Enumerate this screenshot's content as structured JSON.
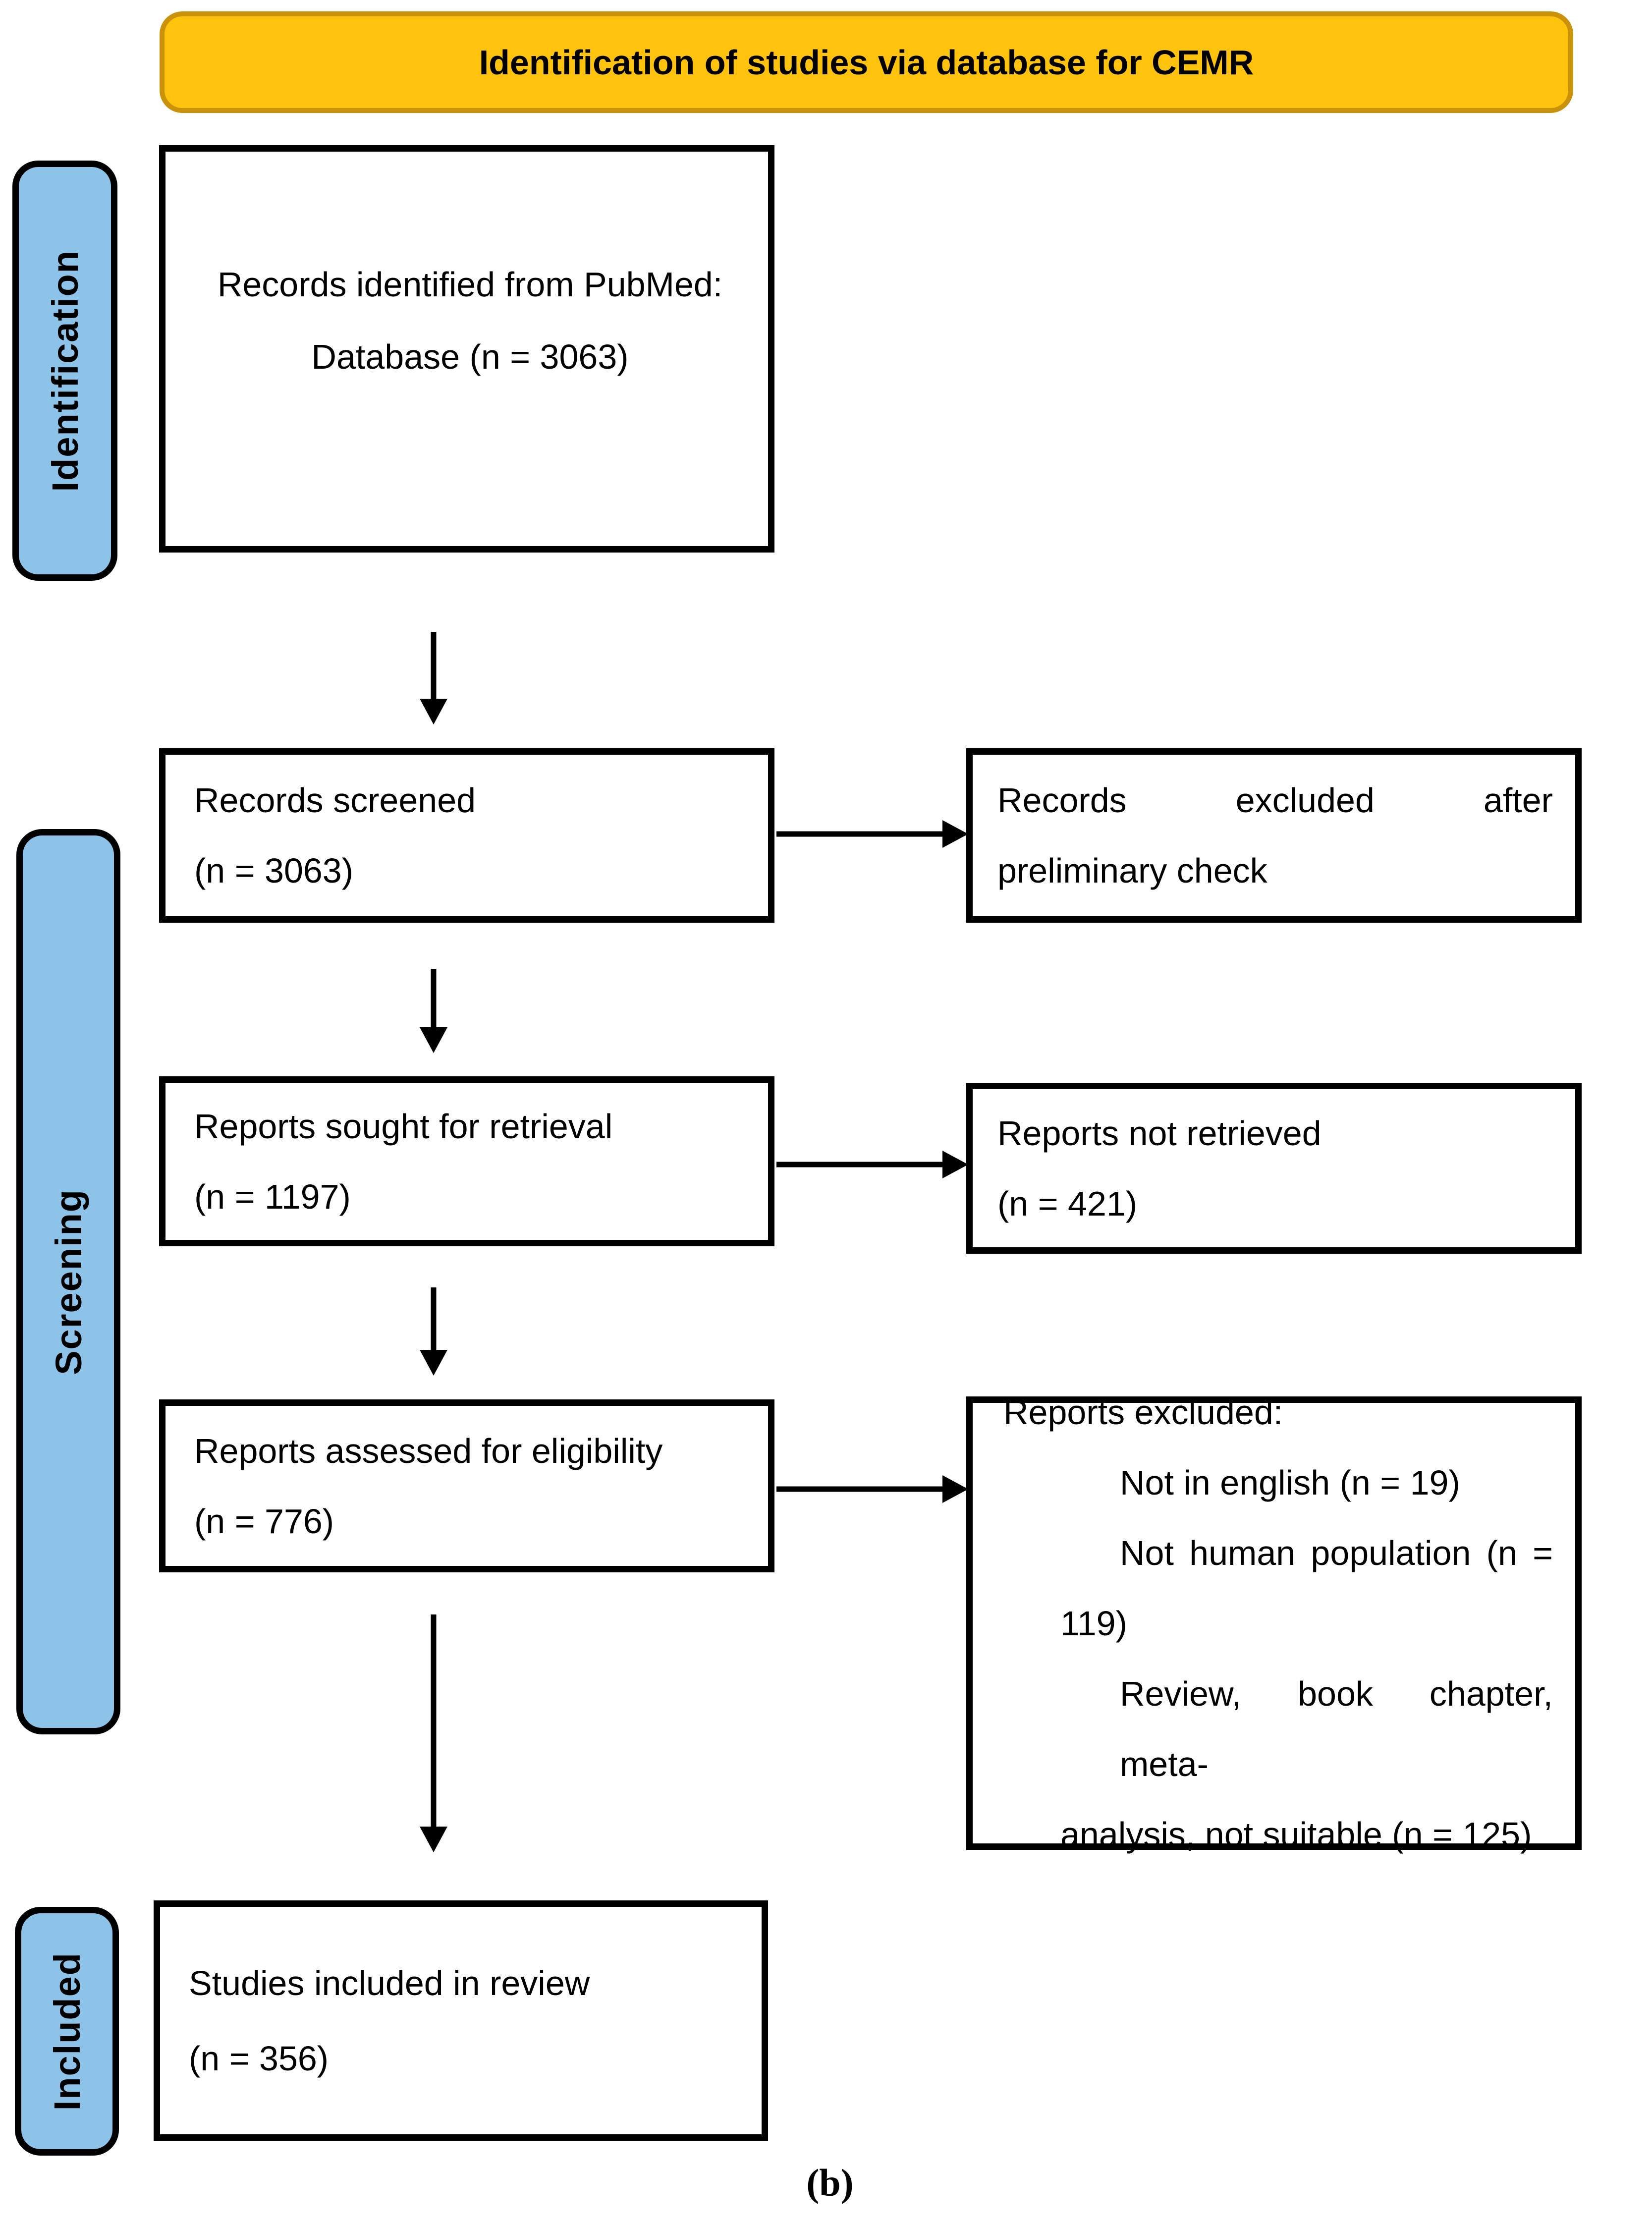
{
  "title": {
    "label": "Identification of studies via database for CEMR"
  },
  "sidebar": {
    "identification": "Identification",
    "screening": "Screening",
    "included": "Included"
  },
  "boxes": {
    "identified": {
      "line1": "Records identified from PubMed:",
      "line2": "Database (n = 3063)"
    },
    "screened": {
      "line1": "Records screened",
      "line2": "(n = 3063)"
    },
    "excluded_preliminary": {
      "line1": "Records excluded after",
      "line2": "preliminary check"
    },
    "sought": {
      "line1": "Reports sought for retrieval",
      "line2": "(n = 1197)"
    },
    "not_retrieved": {
      "line1": "Reports not retrieved",
      "line2": "(n = 421)"
    },
    "assessed": {
      "line1": "Reports assessed for eligibility",
      "line2": "(n = 776)"
    },
    "excluded_reports": {
      "heading": "Reports excluded:",
      "reason1": "Not in english (n = 19)",
      "reason2_line1": "Not human population (n =",
      "reason2_line2": "119)",
      "reason3_line1": "Review, book chapter, meta-",
      "reason3_line2": "analysis, not suitable (n = 125)"
    },
    "included_studies": {
      "line1": "Studies included in review",
      "line2": "(n = 356)"
    }
  },
  "caption": "(b)",
  "colors": {
    "banner_fill": "#FFC20D",
    "banner_border": "#C9920A",
    "stage_fill": "#8DC3E8",
    "line_color": "#000000"
  }
}
